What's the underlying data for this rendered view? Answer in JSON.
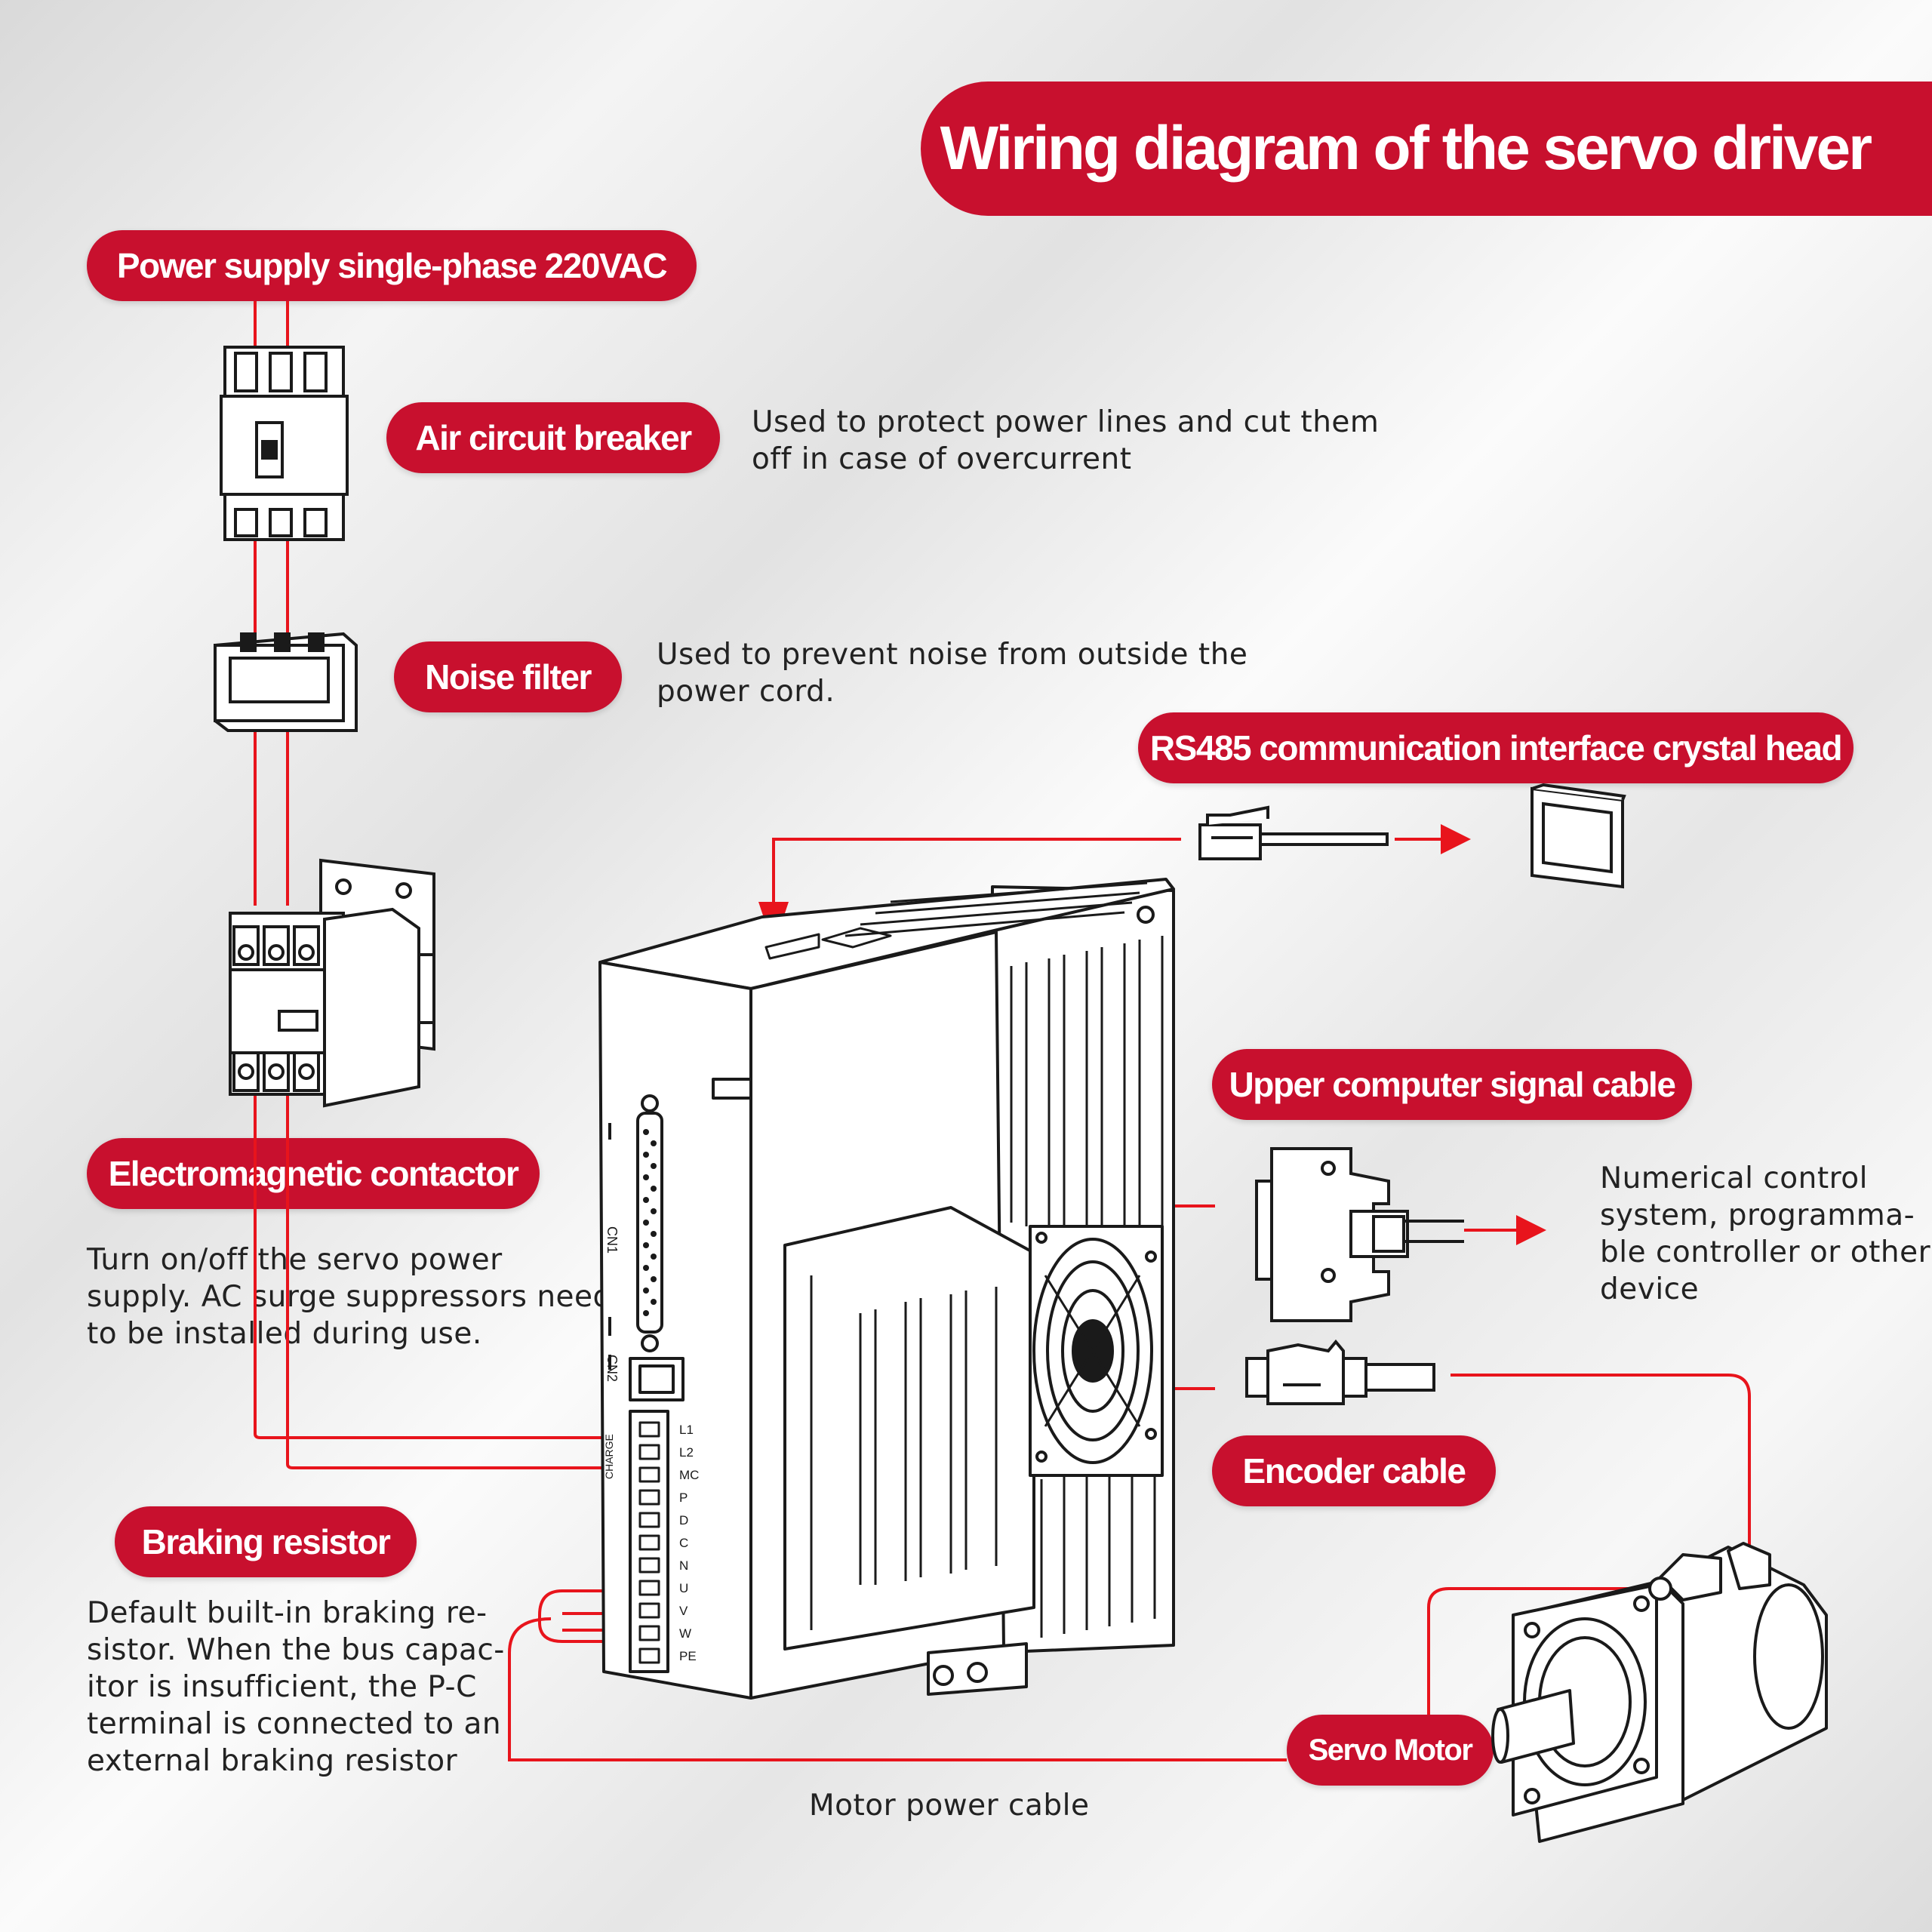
{
  "title": "Wiring diagram of the servo driver",
  "labels": {
    "power_supply": "Power supply single-phase 220VAC",
    "air_breaker": "Air circuit breaker",
    "noise_filter": "Noise filter",
    "rs485": "RS485 communication interface crystal head",
    "upper_computer": "Upper computer signal cable",
    "contactor": "Electromagnetic contactor",
    "encoder": "Encoder cable",
    "braking": "Braking resistor",
    "servo_motor": "Servo Motor"
  },
  "descriptions": {
    "air_breaker": [
      "Used to protect power lines and cut them",
      "off in case of overcurrent"
    ],
    "noise_filter": [
      "Used to prevent noise from outside the",
      "power cord."
    ],
    "upper_computer": [
      "Numerical control",
      "system, programma-",
      "ble controller or other",
      "device"
    ],
    "contactor": [
      "Turn on/off the servo power",
      "supply. AC surge suppressors need",
      "to be installed during use."
    ],
    "braking": [
      "Default built-in braking re-",
      "sistor. When the bus capac-",
      "itor is insufficient, the P-C",
      "terminal is connected to an",
      "external braking resistor"
    ],
    "motor_power": "Motor power cable"
  },
  "driver": {
    "cn1": "CN1",
    "cn2": "CN2",
    "charge": "CHARGE",
    "terminals": [
      "L1",
      "L2",
      "MC",
      "P",
      "D",
      "C",
      "N",
      "U",
      "V",
      "W",
      "PE"
    ]
  },
  "colors": {
    "accent": "#c8102e",
    "wire": "#e8141c",
    "line": "#1a1a1a"
  }
}
